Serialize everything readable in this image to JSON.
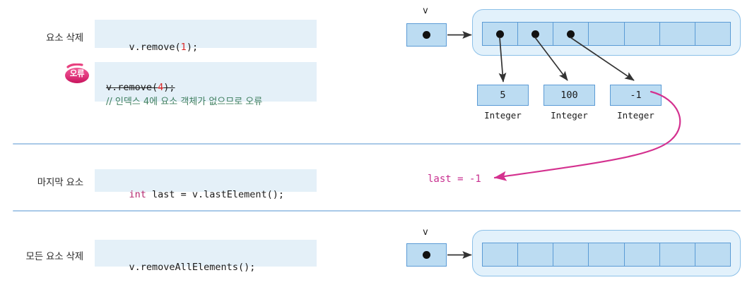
{
  "theme": {
    "code_bg": "#e4f0f8",
    "separator": "#a9c9e8",
    "box_fill": "#bcdcf2",
    "box_stroke": "#5b9bd5",
    "vector_fill": "#e2f1fb",
    "vector_stroke": "#8cc0e8",
    "accent_pink": "#c83090",
    "badge_pink": "#e03a7a",
    "keyword": "#b5276e",
    "number_red": "#d92b2b",
    "comment_green": "#3f7f5f",
    "arrow_dark": "#333333"
  },
  "rows": [
    {
      "label": "요소 삭제",
      "code": "v.remove(1);",
      "code_prefix": "v.remove(",
      "code_number": "1",
      "code_suffix": ");"
    },
    {
      "label": "마지막 요소",
      "code": "int last = v.lastElement();",
      "keyword": "int",
      "code_rest": " last = v.lastElement();"
    },
    {
      "label": "모든 요소 삭제",
      "code": "v.removeAllElements();"
    }
  ],
  "error_block": {
    "badge_label": "오류",
    "badge_name": "error-badge",
    "struck_prefix": "v.remove(",
    "struck_number": "4",
    "struck_suffix": ");",
    "comment": "// 인덱스 4에 요소 객체가 없으므로 오류"
  },
  "diagram_top": {
    "var_label": "v",
    "cells": [
      {
        "filled": true
      },
      {
        "filled": true
      },
      {
        "filled": true
      },
      {
        "filled": false
      },
      {
        "filled": false
      },
      {
        "filled": false
      },
      {
        "filled": false
      }
    ],
    "objects": [
      {
        "value": "5",
        "type": "Integer"
      },
      {
        "value": "100",
        "type": "Integer"
      },
      {
        "value": "-1",
        "type": "Integer"
      }
    ]
  },
  "diagram_middle": {
    "result_text": "last = -1"
  },
  "diagram_bottom": {
    "var_label": "v",
    "cells": [
      {
        "filled": false
      },
      {
        "filled": false
      },
      {
        "filled": false
      },
      {
        "filled": false
      },
      {
        "filled": false
      },
      {
        "filled": false
      },
      {
        "filled": false
      }
    ]
  }
}
